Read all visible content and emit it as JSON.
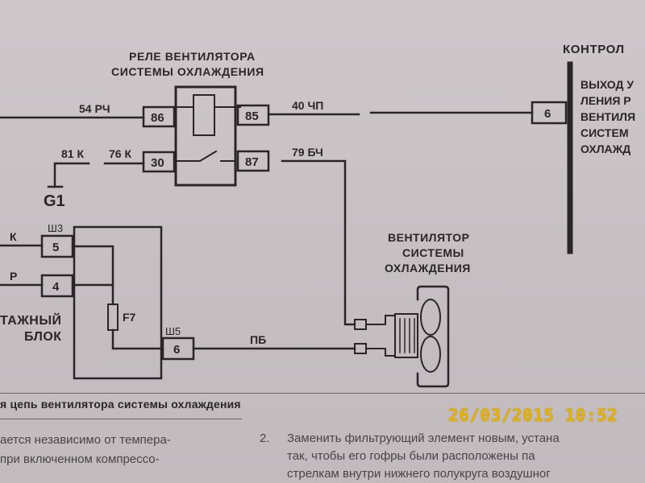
{
  "relay": {
    "title_line1": "РЕЛЕ ВЕНТИЛЯТОРА",
    "title_line2": "СИСТЕМЫ ОХЛАЖДЕНИЯ",
    "pins": [
      "86",
      "85",
      "30",
      "87"
    ]
  },
  "wires": {
    "w54": "54 РЧ",
    "w40": "40 ЧП",
    "w81": "81 К",
    "w76": "76 К",
    "w79": "79 БЧ",
    "wk": "К",
    "wp": "Р",
    "wpb": "ПБ"
  },
  "ground": "G1",
  "controller": {
    "title": "КОНТРОЛ",
    "pin": "6",
    "desc": [
      "ВЫХОД У",
      "ЛЕНИЯ Р",
      "ВЕНТИЛЯ",
      "СИСТЕМ",
      "ОХЛАЖД"
    ]
  },
  "fan": {
    "line1": "ВЕНТИЛЯТОР",
    "line2": "СИСТЕМЫ",
    "line3": "ОХЛАЖДЕНИЯ"
  },
  "block": {
    "label_line1": "ТАЖНЫЙ",
    "label_line2": "БЛОК",
    "conn_sh3": "Ш3",
    "conn_sh5": "Ш5",
    "pin5": "5",
    "pin4": "4",
    "pin6": "6",
    "fuse": "F7"
  },
  "page": {
    "caption": "я цепь вентилятора системы охлаждения",
    "left_line1": "ается независимо от темпера-",
    "left_line2": "при включенном компрессо-",
    "step_num": "2.",
    "right_line1": "Заменить фильтрующий элемент новым, устана",
    "right_line2": "так, чтобы его гофры были расположены па",
    "right_line3": "стрелкам внутри нижнего полукруга воздушног",
    "timestamp": "26/03/2015  10:52"
  }
}
